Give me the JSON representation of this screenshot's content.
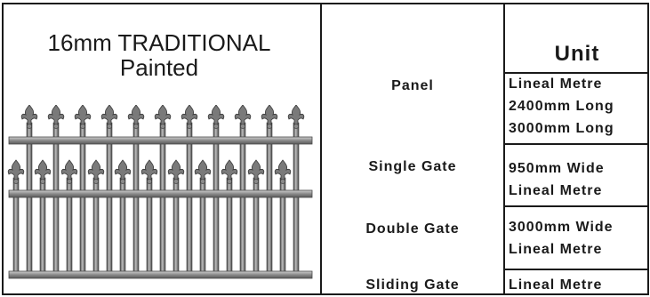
{
  "product": {
    "title_line1": "16mm TRADITIONAL",
    "title_line2": "Painted",
    "image_icon": "spear-top-fence-panel-illustration"
  },
  "table": {
    "unit_header": "Unit",
    "rows": [
      {
        "label": "Panel",
        "units": [
          "Lineal Metre",
          "2400mm Long",
          "3000mm Long"
        ]
      },
      {
        "label": "Single Gate",
        "units": [
          "950mm Wide",
          "Lineal Metre"
        ]
      },
      {
        "label": "Double Gate",
        "units": [
          "3000mm Wide",
          "Lineal Metre"
        ]
      },
      {
        "label": "Sliding Gate",
        "units": [
          "Lineal Metre"
        ]
      }
    ]
  },
  "colors": {
    "ink": "#1a1a1a",
    "metal": "#6e6e6e",
    "metal_light": "#d0d0d0"
  }
}
